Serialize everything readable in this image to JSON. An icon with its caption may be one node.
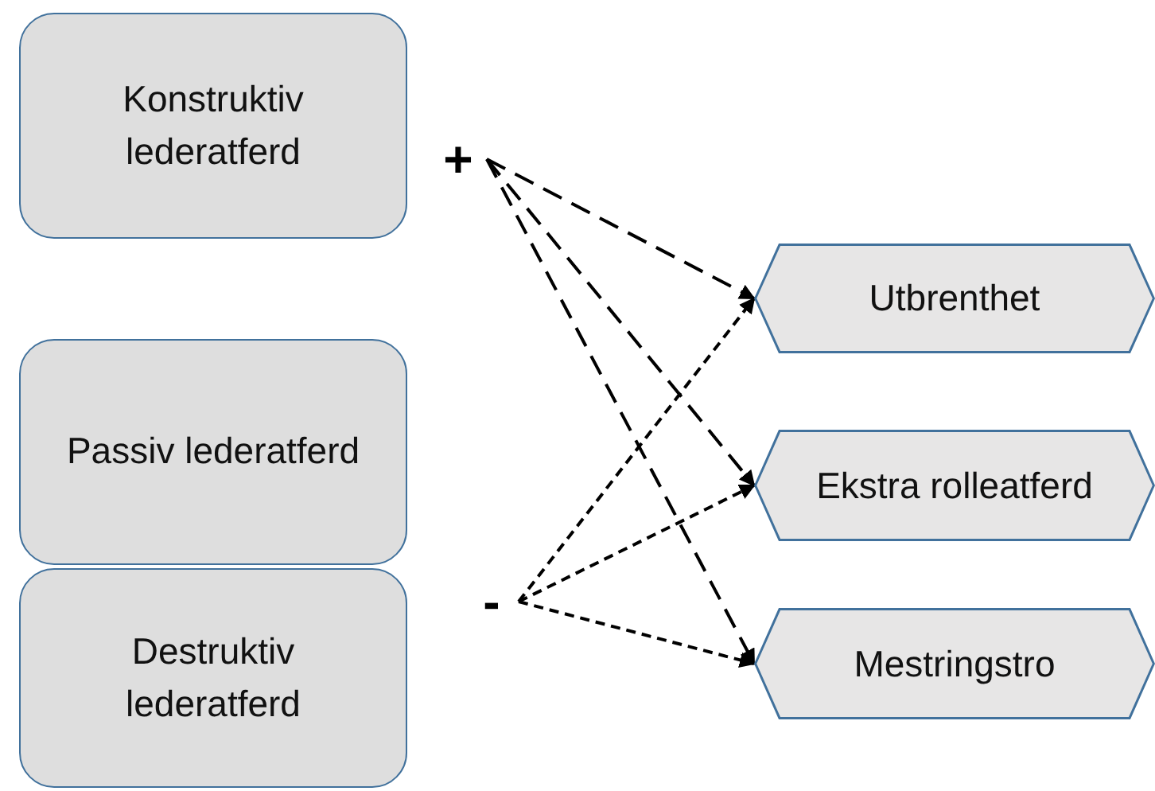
{
  "diagram": {
    "nodes": [
      {
        "text": [
          "Konstruktiv lederatferd"
        ]
      },
      {
        "text": [
          "Passiv lederatferd"
        ]
      },
      {
        "text": [
          "Destruktiv lederatferd"
        ]
      },
      {
        "text": [
          "+"
        ]
      },
      {
        "text": [
          "-"
        ]
      },
      {
        "text": [
          "Utbrenthet"
        ]
      },
      {
        "text": [
          "Ekstra rolleatferd"
        ]
      },
      {
        "text": [
          "Mestringstro"
        ]
      }
    ],
    "edges": [
      {
        "from": 3,
        "to": 5,
        "arrow": "to",
        "style": "dashed"
      },
      {
        "from": 3,
        "to": 6,
        "arrow": "to",
        "style": "dashed"
      },
      {
        "from": 3,
        "to": 7,
        "arrow": "to",
        "style": "dashed"
      },
      {
        "from": 4,
        "to": 5,
        "arrow": "to",
        "style": "dashed"
      },
      {
        "from": 4,
        "to": 6,
        "arrow": "to",
        "style": "dashed"
      },
      {
        "from": 4,
        "to": 7,
        "arrow": "to",
        "style": "dashed"
      }
    ]
  }
}
